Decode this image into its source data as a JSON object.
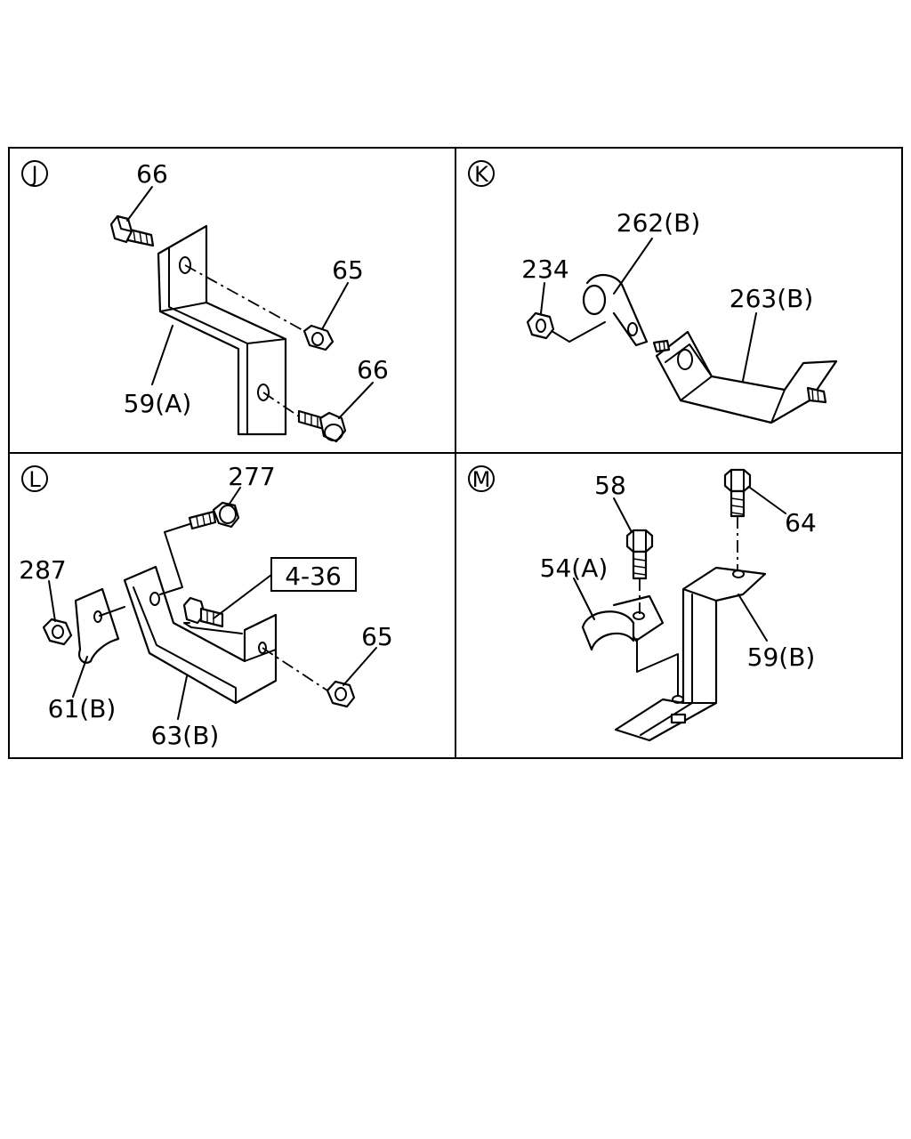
{
  "panels": [
    {
      "id": "J",
      "labels": {
        "bolt_top": "66",
        "nut": "65",
        "bolt_bottom": "66",
        "bracket": "59(A)"
      }
    },
    {
      "id": "K",
      "labels": {
        "clip": "262(B)",
        "nut": "234",
        "bracket": "263(B)"
      }
    },
    {
      "id": "L",
      "labels": {
        "bolt": "277",
        "reference": "4-36",
        "clip_nut": "287",
        "nut": "65",
        "clip": "61(B)",
        "bracket": "63(B)"
      }
    },
    {
      "id": "M",
      "labels": {
        "bolt_left": "58",
        "bolt_right": "64",
        "clip": "54(A)",
        "bracket": "59(B)"
      }
    }
  ]
}
